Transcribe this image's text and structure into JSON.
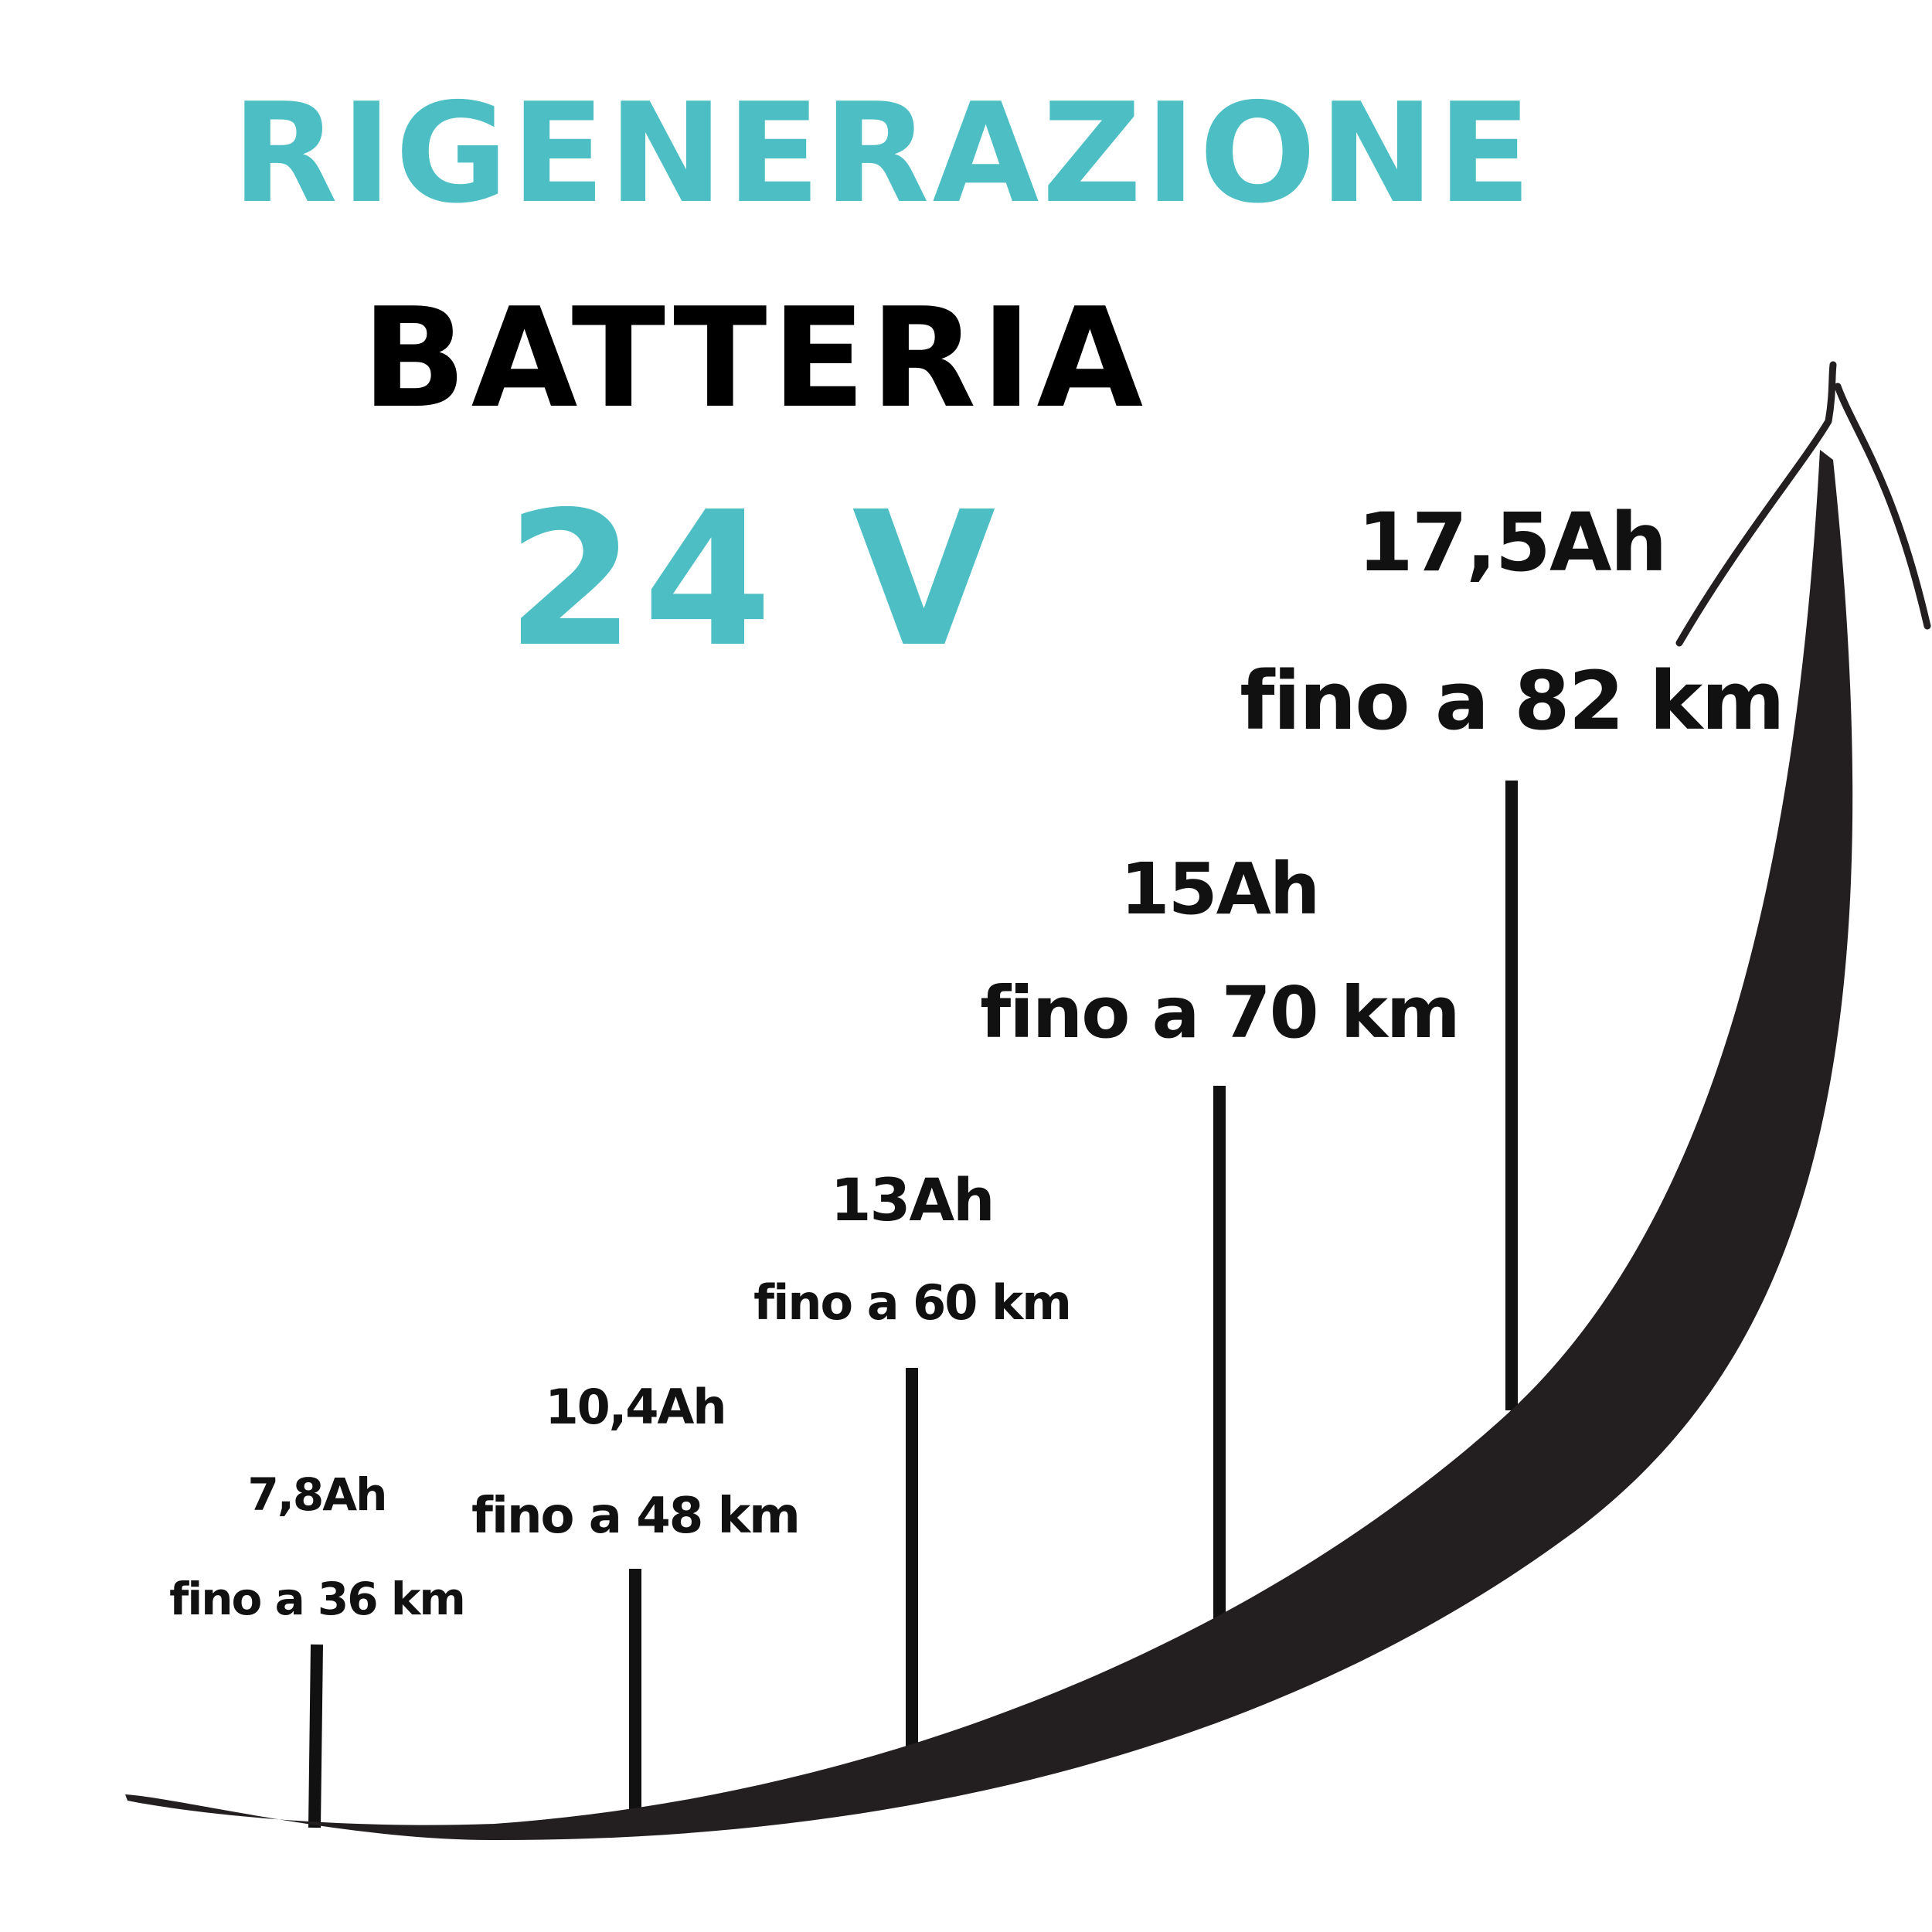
{
  "header": {
    "line1": "RIGENERAZIONE",
    "line2": "BATTERIA",
    "line3": "24 V"
  },
  "colors": {
    "accent": "#4dbfc4",
    "text": "#111111",
    "curve": "#231f20"
  },
  "steps": [
    {
      "capacity": "7,8Ah",
      "range": "fino a 36 km",
      "level": 1
    },
    {
      "capacity": "10,4Ah",
      "range": "fino a 48 km",
      "level": 2
    },
    {
      "capacity": "13Ah",
      "range": "fino a 60 km",
      "level": 3
    },
    {
      "capacity": "15Ah",
      "range": "fino a 70 km",
      "level": 4
    },
    {
      "capacity": "17,5Ah",
      "range": "fino a 82 km",
      "level": 5
    }
  ]
}
